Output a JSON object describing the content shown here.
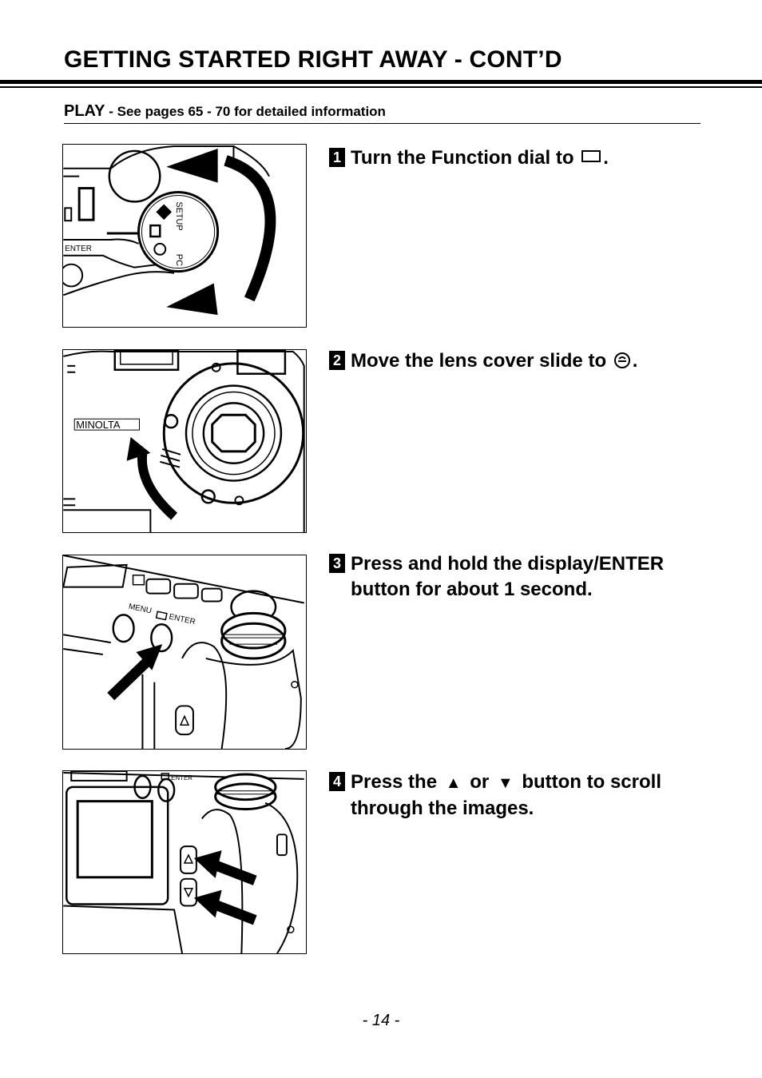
{
  "header": {
    "title": "GETTING STARTED RIGHT AWAY - CONT’D"
  },
  "section": {
    "label": "PLAY",
    "note": " - See pages 65 - 70 for detailed information"
  },
  "figure_labels": {
    "setup": "SETUP",
    "pc": "PC",
    "enter": "ENTER",
    "brand": "MINOLTA",
    "menu": "MENU",
    "enter_label": "ENTER"
  },
  "steps": [
    {
      "number": "1",
      "text_before": "Turn the Function dial to",
      "text_after": ".",
      "icon": "play-mode-rect-icon"
    },
    {
      "number": "2",
      "text_before": "Move the lens cover slide to",
      "text_after": ".",
      "icon": "lens-open-circle-icon"
    },
    {
      "number": "3",
      "text": "Press and hold the display/ENTER button for about 1 second."
    },
    {
      "number": "4",
      "text_before": "Press the",
      "up": "▲",
      "or": "or",
      "down": "▼",
      "text_after": "button to scroll through the images."
    }
  ],
  "footer": {
    "page_number": "- 14 -"
  }
}
